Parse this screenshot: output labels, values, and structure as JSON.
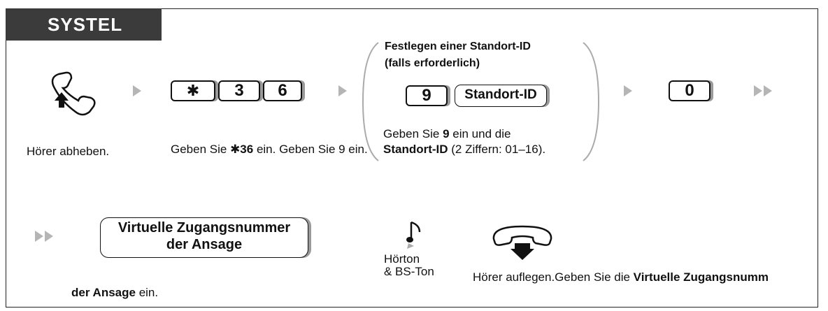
{
  "brand": "SYSTEL",
  "steps": {
    "lift": {
      "caption": "Hörer abheben."
    },
    "feature": {
      "keys": [
        "✱",
        "3",
        "6"
      ],
      "caption_pre": "Geben Sie ",
      "caption_code": "✱36",
      "caption_post": " ein. Geben Sie 9 ein."
    },
    "location": {
      "title_line1": "Festlegen einer Standort-ID",
      "title_line2": "(falls erforderlich)",
      "key_9": "9",
      "key_id": "Standort-ID",
      "caption_line1_pre": "Geben Sie ",
      "caption_line1_bold": "9",
      "caption_line1_post": " ein und die",
      "caption_line2_bold": "Standort-ID",
      "caption_line2_post": " (2 Ziffern: 01–16)."
    },
    "zero": {
      "key": "0"
    },
    "virtual": {
      "line1": "Virtuelle Zugangsnummer",
      "line2": "der Ansage",
      "caption_bold": "der Ansage",
      "caption_post": " ein."
    },
    "tone": {
      "line1": "Hörton",
      "line2": "& BS-Ton"
    },
    "hangup": {
      "caption_pre": "Hörer auflegen.Geben Sie die ",
      "caption_bold": "Virtuelle Zugangsnumm"
    }
  }
}
